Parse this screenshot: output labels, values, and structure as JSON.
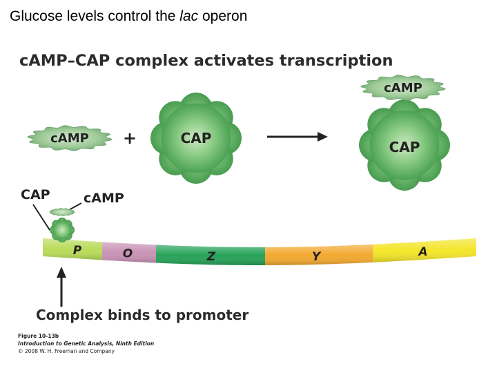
{
  "slide": {
    "title_prefix": "Glucose levels control the ",
    "title_italic": "lac",
    "title_suffix": " operon"
  },
  "figure": {
    "heading": "cAMP–CAP complex activates transcription",
    "camp_label": "cAMP",
    "cap_label": "CAP",
    "plus_sign": "+",
    "callout_cap": "CAP",
    "callout_camp": "cAMP",
    "caption": "Complex binds to promoter",
    "arrow_icon": "right-arrow-icon",
    "operon_segments": [
      {
        "label": "P",
        "color": "#b9dc5a"
      },
      {
        "label": "O",
        "color": "#c993b6"
      },
      {
        "label": "Z",
        "color": "#27a35a"
      },
      {
        "label": "Y",
        "color": "#f3a931"
      },
      {
        "label": "A",
        "color": "#f4e52a"
      }
    ]
  },
  "credits": {
    "figure_number": "Figure 10-13b",
    "book": "Introduction to Genetic Analysis, Ninth Edition",
    "copyright": "© 2008 W. H. Freeman and Company"
  }
}
